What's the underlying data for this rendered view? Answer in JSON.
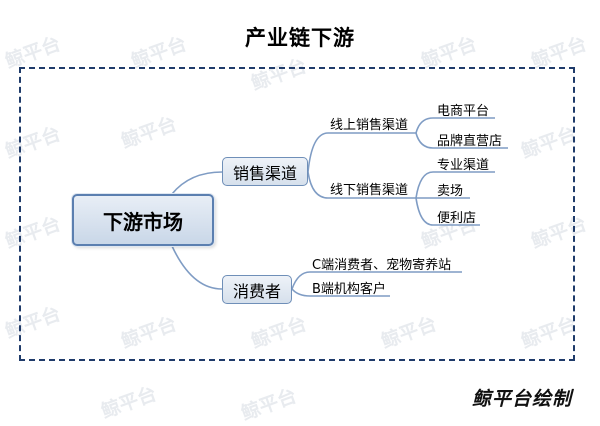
{
  "title": "产业链下游",
  "root": "下游市场",
  "branches": [
    {
      "label": "销售渠道",
      "children": [
        {
          "label": "线上销售渠道",
          "children": [
            "电商平台",
            "品牌直营店"
          ]
        },
        {
          "label": "线下销售渠道",
          "children": [
            "专业渠道",
            "卖场",
            "便利店"
          ]
        }
      ]
    },
    {
      "label": "消费者",
      "children": [
        {
          "label": "C端消费者、宠物寄养站"
        },
        {
          "label": "B端机构客户"
        }
      ]
    }
  ],
  "watermark": "鲸平台",
  "credit": "鲸平台绘制",
  "colors": {
    "frame": "#1f3b6a",
    "node_border": "#5b7fb0",
    "line": "#7f9cc4"
  }
}
